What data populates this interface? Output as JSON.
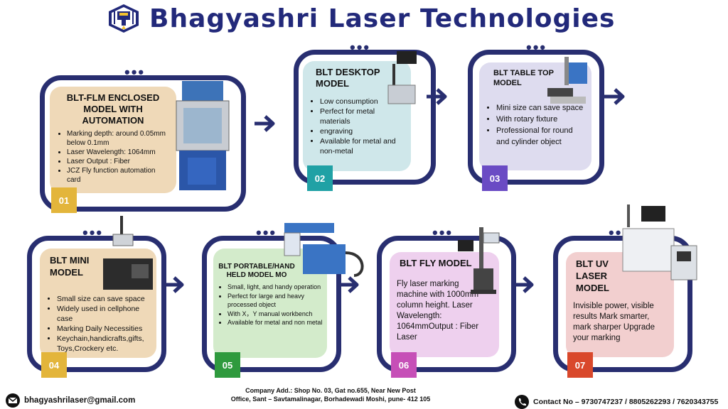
{
  "brand": {
    "title": "Bhagyashri  Laser  Technologies",
    "logo_icon": "laser-head-logo-icon",
    "color": "#22297a"
  },
  "products": [
    {
      "num": "01",
      "title": "BLT-FLM ENCLOSED MODEL WITH AUTOMATION",
      "panel_color": "#efd9b8",
      "tag_color": "#e3b53b",
      "features": [
        "Marking depth: around 0.05mm below 0.1mm",
        "Laser Wavelength: 1064mm",
        "Laser Output : Fiber",
        "JCZ Fly function automation card",
        ""
      ]
    },
    {
      "num": "02",
      "title": "BLT DESKTOP MODEL",
      "panel_color": "#cfe7ea",
      "tag_color": "#20a1a5",
      "features": [
        "Low consumption",
        " Perfect for metal materials",
        "engraving",
        " Available for metal and non-metal"
      ]
    },
    {
      "num": "03",
      "title": "BLT TABLE TOP MODEL",
      "panel_color": "#dedcef",
      "tag_color": "#6a4bc4",
      "features": [
        " Mini size can save space",
        "With rotary fixture",
        "Professional for round and cylinder object"
      ]
    },
    {
      "num": "04",
      "title": "BLT MINI MODEL",
      "panel_color": "#efd9b8",
      "tag_color": "#e3b53b",
      "features": [
        "Small size can save space",
        " Widely used in cellphone case",
        "Marking Daily Necessities",
        "Keychain,handicrafts,gifts, Toys,Crockery etc."
      ]
    },
    {
      "num": "05",
      "title": "BLT PORTABLE/HAND HELD MODEL MO",
      "panel_color": "#d3ebcb",
      "tag_color": "#2f9a3e",
      "features": [
        "Small, light, and handy operation",
        "Perfect for large and heavy processed object",
        " With X，Y manual workbench",
        "Available for metal and non metal"
      ]
    },
    {
      "num": "06",
      "title": "BLT FLY MODEL",
      "panel_color": "#eed0ee",
      "tag_color": "#c64fb7",
      "body": "Fly laser marking machine with 1000mm column height. Laser Wavelength: 1064mmOutput : Fiber Laser"
    },
    {
      "num": "07",
      "title": "BLT UV LASER MODEL",
      "panel_color": "#f2cfcf",
      "tag_color": "#d9482b",
      "body": "Invisible power, visible results Mark smarter, mark sharper Upgrade your marking"
    }
  ],
  "footer": {
    "email": "bhagyashrilaser@gmail.com",
    "address_line1": "Company Add.: Shop No. 03, Gat no.655, Near New Post",
    "address_line2": "Office, Sant – Savtamalinagar, Borhadewadi Moshi, pune- 412 105",
    "contact": "Contact  No – 9730747237 / 8805262293 / 7620343755"
  }
}
